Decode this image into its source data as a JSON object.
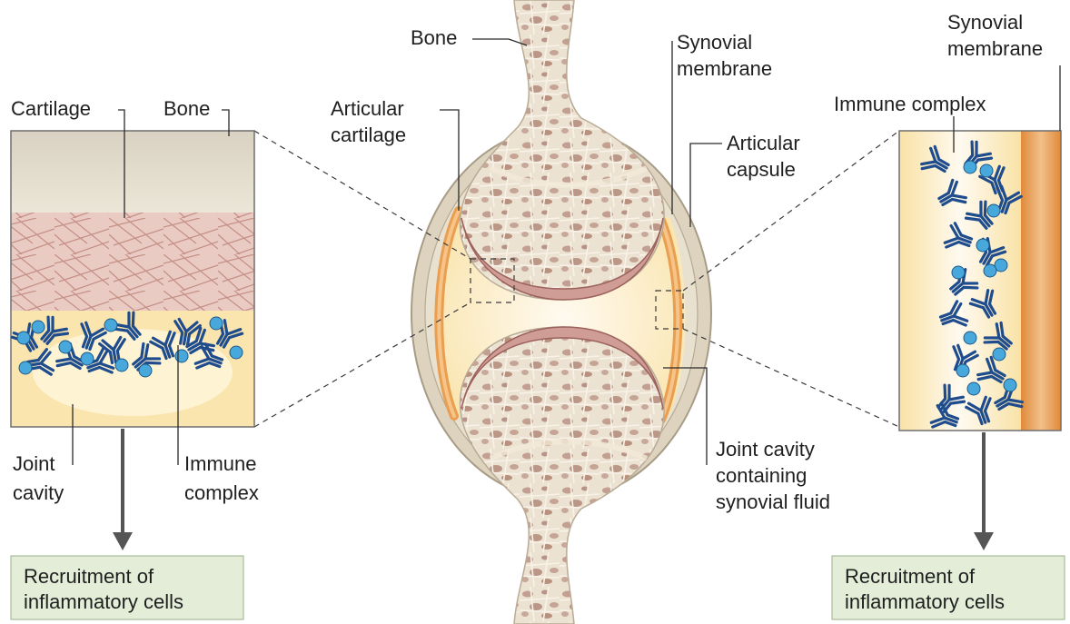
{
  "labels": {
    "bone_top": "Bone",
    "synovial_membrane_center": [
      "Synovial",
      "membrane"
    ],
    "synovial_membrane_right": [
      "Synovial",
      "membrane"
    ],
    "articular_cartilage": [
      "Articular",
      "cartilage"
    ],
    "articular_capsule": [
      "Articular",
      "capsule"
    ],
    "immune_complex_right": "Immune complex",
    "cartilage_left": "Cartilage",
    "bone_left": "Bone",
    "joint_cavity_left": [
      "Joint",
      "cavity"
    ],
    "immune_complex_left": [
      "Immune",
      "complex"
    ],
    "joint_cavity_fluid": [
      "Joint cavity",
      "containing",
      "synovial fluid"
    ]
  },
  "boxes": {
    "left": [
      "Recruitment of",
      "inflammatory cells"
    ],
    "right": [
      "Recruitment of",
      "inflammatory cells"
    ]
  },
  "colors": {
    "bone": "#e8dccb",
    "bone_pore": "#b9988a",
    "cartilage_pink": "#e7c4bb",
    "fluid": "#fbe9b8",
    "capsule_orange": "#f0a858",
    "membrane_orange": "#e38c3c",
    "antibody": "#1f4c8c",
    "antigen": "#48a8dc",
    "box_fill": "#e3edd7"
  }
}
